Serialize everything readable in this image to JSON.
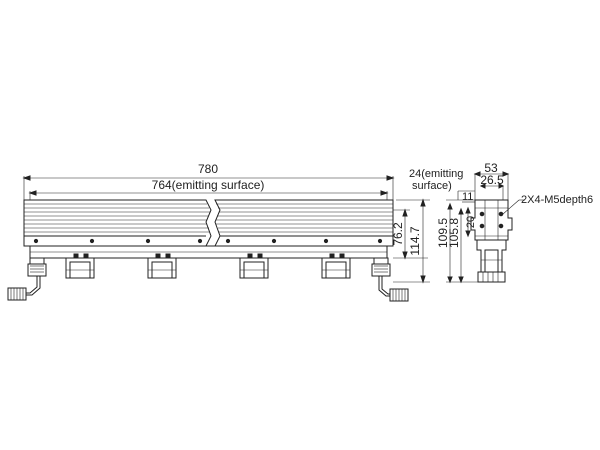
{
  "dimensions": {
    "overall_length": "780",
    "emitting_length": "764(emitting surface)",
    "height_a": "76.2",
    "height_b": "114.7",
    "side_width": "53",
    "side_width_inner": "26.5",
    "emitting_width_line1": "24(emitting",
    "emitting_width_line2": "surface)",
    "side_h1": "109.5",
    "side_h2": "105.8",
    "side_v1": "20",
    "side_v2": "11",
    "tap_spec": "2X4-M5depth6"
  }
}
